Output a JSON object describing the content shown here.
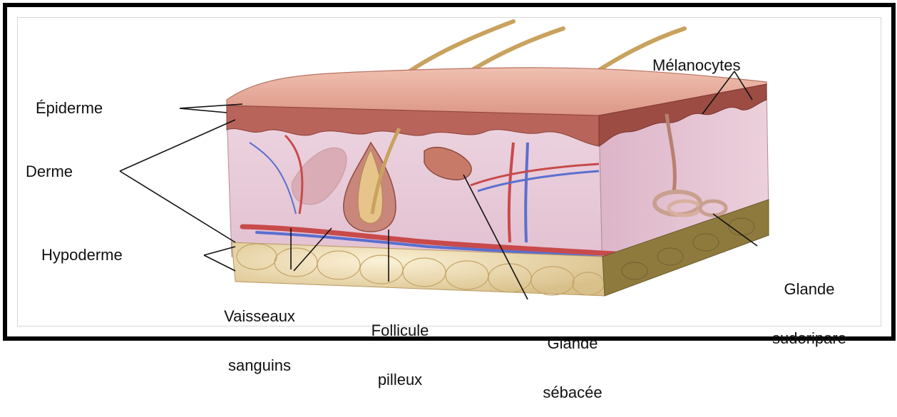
{
  "labels": {
    "epiderme": "Épiderme",
    "derme": "Derme",
    "hypoderme": "Hypoderme",
    "vaisseaux_line1": "Vaisseaux",
    "vaisseaux_line2": "sanguins",
    "follicule_line1": "Follicule",
    "follicule_line2": "pilleux",
    "glande_sebacee_line1": "Glande",
    "glande_sebacee_line2": "sébacée",
    "glande_sudoripare_line1": "Glande",
    "glande_sudoripare_line2": "sudoripare",
    "melanocytes": "Mélanocytes"
  },
  "colors": {
    "epidermis": "#b86a5a",
    "dermis": "#e9c9d6",
    "top_surface": "#e3a898",
    "fat": "#efe0b8",
    "artery": "#c84a4a",
    "vein": "#5a6fd0",
    "hair": "#d2b06a"
  }
}
